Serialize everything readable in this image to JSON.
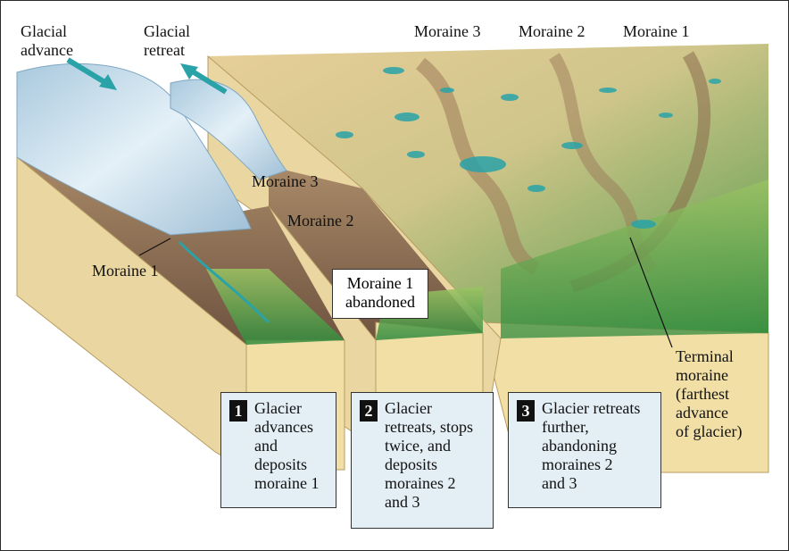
{
  "labels": {
    "glacial_advance": "Glacial advance",
    "glacial_retreat": "Glacial retreat",
    "moraine_3_top": "Moraine 3",
    "moraine_2_top": "Moraine 2",
    "moraine_1_top": "Moraine 1",
    "moraine_3_mid": "Moraine 3",
    "moraine_2_mid": "Moraine 2",
    "moraine_1_left": "Moraine 1",
    "moraine_1_abandoned": "Moraine 1\nabandoned",
    "terminal_moraine": "Terminal\nmoraine\n(farthest\nadvance\nof glacier)"
  },
  "steps": [
    {
      "number": "1",
      "text": "Glacier\nadvances\nand\ndeposits\nmoraine 1"
    },
    {
      "number": "2",
      "text": "Glacier\nretreats, stops\ntwice, and\ndeposits\nmoraines 2\nand 3"
    },
    {
      "number": "3",
      "text": "Glacier retreats\nfurther,\nabandoning\nmoraines 2\nand 3"
    }
  ],
  "colors": {
    "soil_side": "#f2dfa5",
    "ice": "#c9e0ef",
    "arrow": "#2aa3a8",
    "vegetation": "#8dbd5c",
    "box_fill": "#e3eef5"
  },
  "icons": [
    "advance-arrow-icon",
    "retreat-arrow-icon"
  ]
}
